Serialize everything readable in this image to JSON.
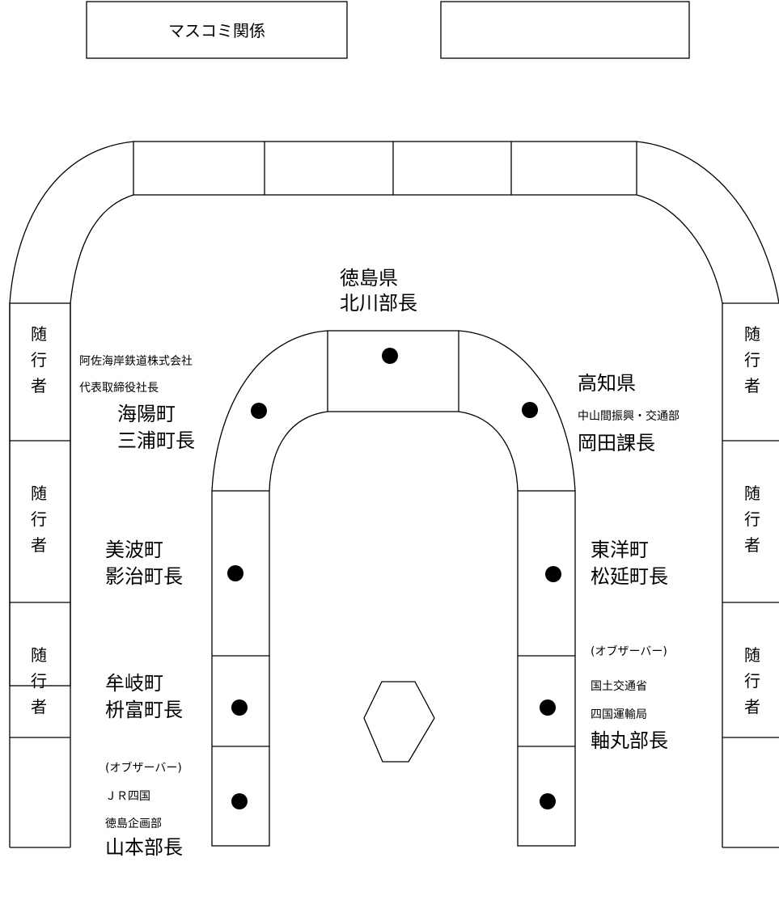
{
  "header": {
    "press_label": "マスコミ関係",
    "right_box_label": ""
  },
  "attendants": {
    "label_chars": [
      "随",
      "行",
      "者"
    ]
  },
  "prefecture": {
    "line1": "徳島県",
    "line2": "北川部長"
  },
  "left_top": {
    "org1": "阿佐海岸鉄道株式会社",
    "org2": "代表取締役社長",
    "town": "海陽町",
    "title": "三浦町長"
  },
  "left_mid": {
    "town": "美波町",
    "title": "影治町長"
  },
  "left_low": {
    "town": "牟岐町",
    "title": "枡富町長"
  },
  "left_bottom": {
    "note": "(オブザーバー)",
    "org1": "ＪＲ四国",
    "org2": "徳島企画部",
    "title": "山本部長"
  },
  "right_top": {
    "pref": "高知県",
    "dept": "中山間振興・交通部",
    "title": "岡田課長"
  },
  "right_mid": {
    "town": "東洋町",
    "title": "松延町長"
  },
  "right_low": {
    "note": "(オブザーバー)",
    "org1": "国土交通省",
    "org2": "四国運輸局",
    "title": "軸丸部長"
  }
}
